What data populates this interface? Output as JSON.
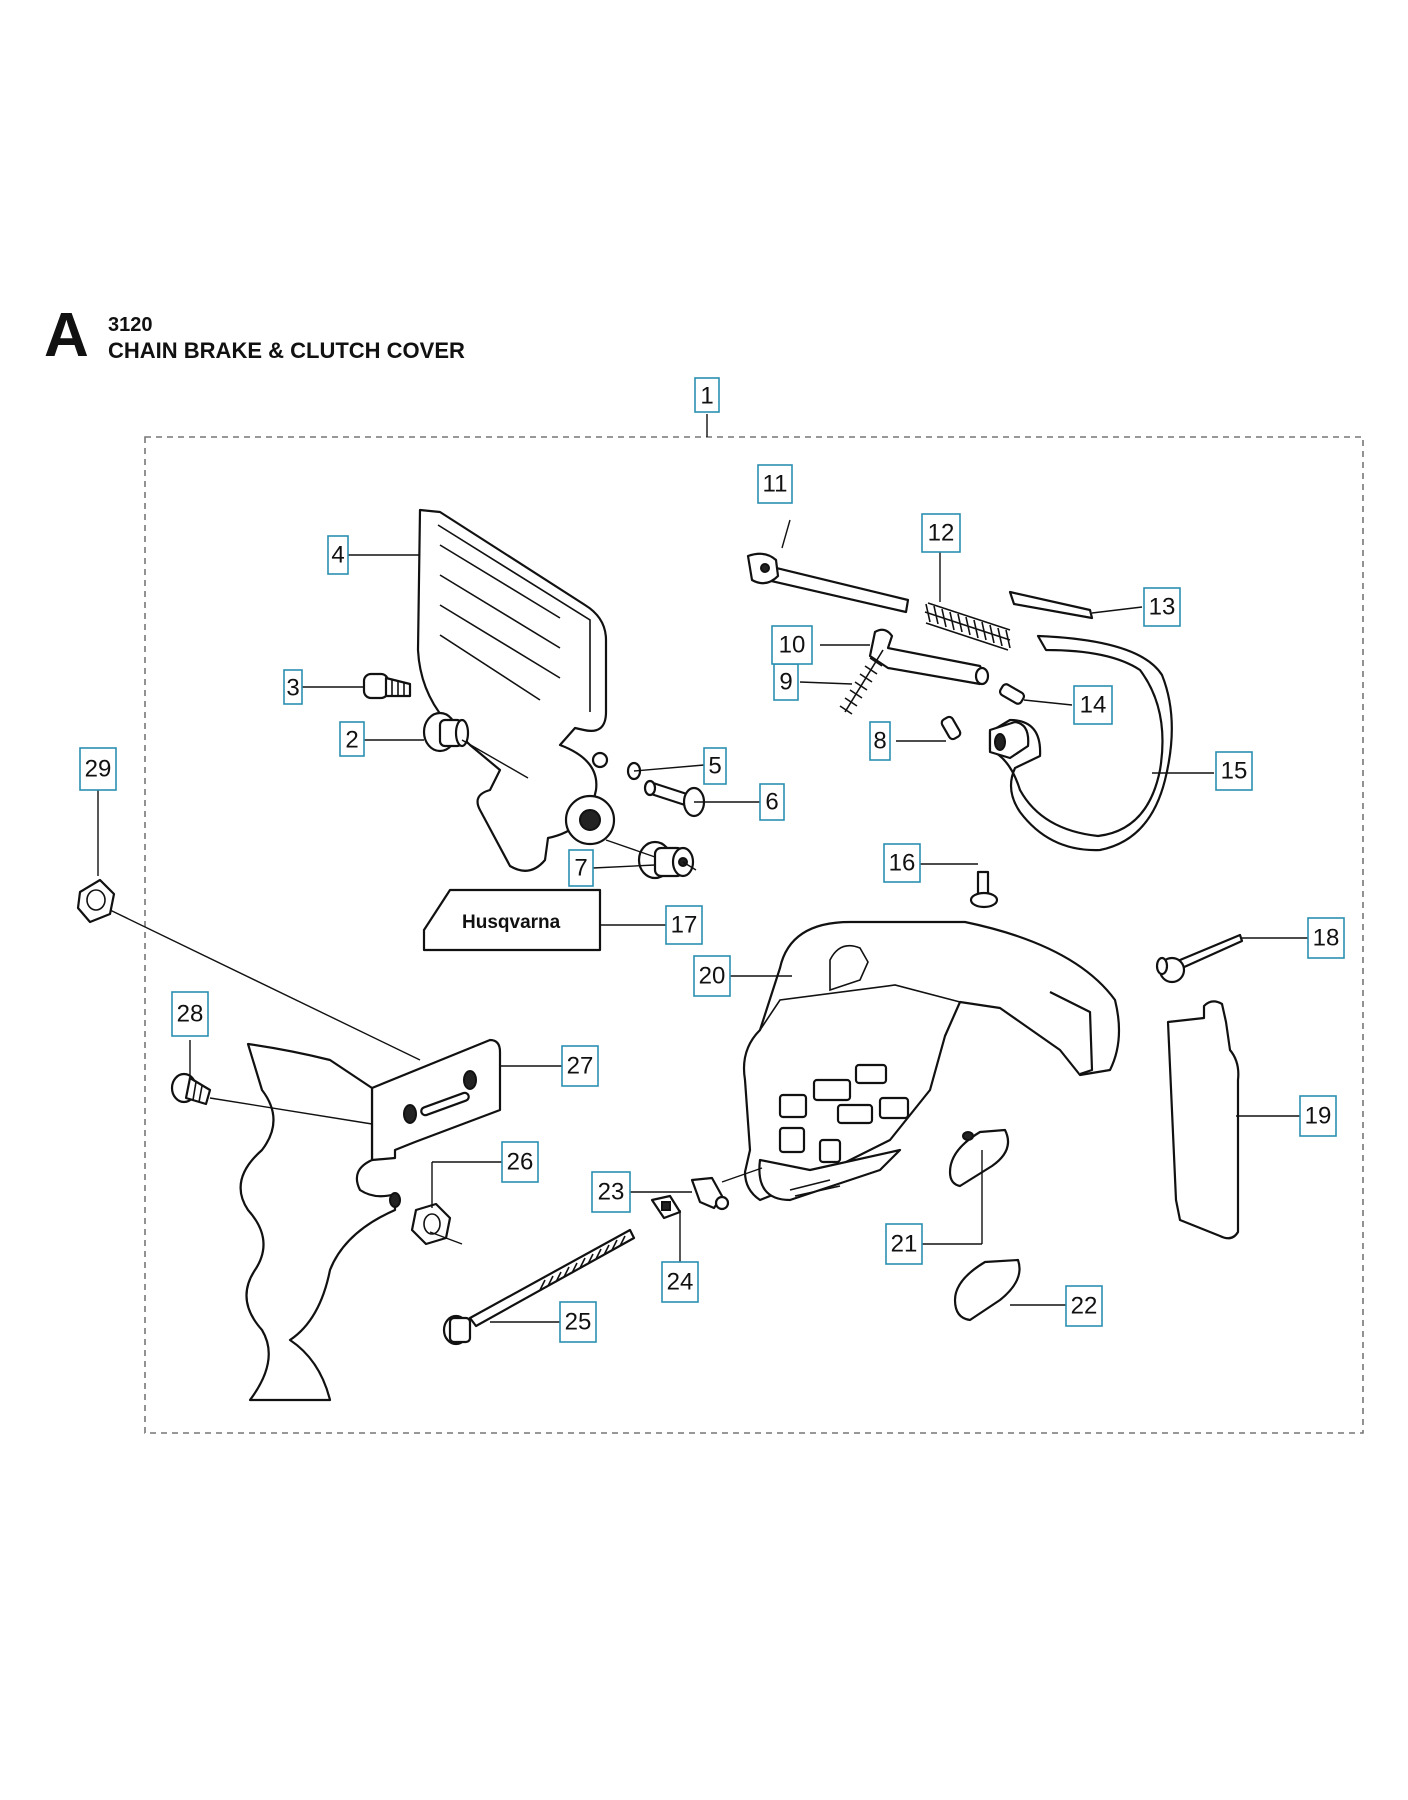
{
  "header": {
    "section_letter": "A",
    "model_number": "3120",
    "title": "CHAIN BRAKE & CLUTCH COVER"
  },
  "brand_logo_text": "Husqvarna",
  "callouts": [
    {
      "label": "1"
    },
    {
      "label": "2"
    },
    {
      "label": "3"
    },
    {
      "label": "4"
    },
    {
      "label": "5"
    },
    {
      "label": "6"
    },
    {
      "label": "7"
    },
    {
      "label": "8"
    },
    {
      "label": "9"
    },
    {
      "label": "10"
    },
    {
      "label": "11"
    },
    {
      "label": "12"
    },
    {
      "label": "13"
    },
    {
      "label": "14"
    },
    {
      "label": "15"
    },
    {
      "label": "16"
    },
    {
      "label": "17"
    },
    {
      "label": "18"
    },
    {
      "label": "19"
    },
    {
      "label": "20"
    },
    {
      "label": "21"
    },
    {
      "label": "22"
    },
    {
      "label": "23"
    },
    {
      "label": "24"
    },
    {
      "label": "25"
    },
    {
      "label": "26"
    },
    {
      "label": "27"
    },
    {
      "label": "28"
    },
    {
      "label": "29"
    }
  ],
  "colors": {
    "callout_border": "#2b8fb0",
    "line": "#111111",
    "frame": "#777777"
  }
}
